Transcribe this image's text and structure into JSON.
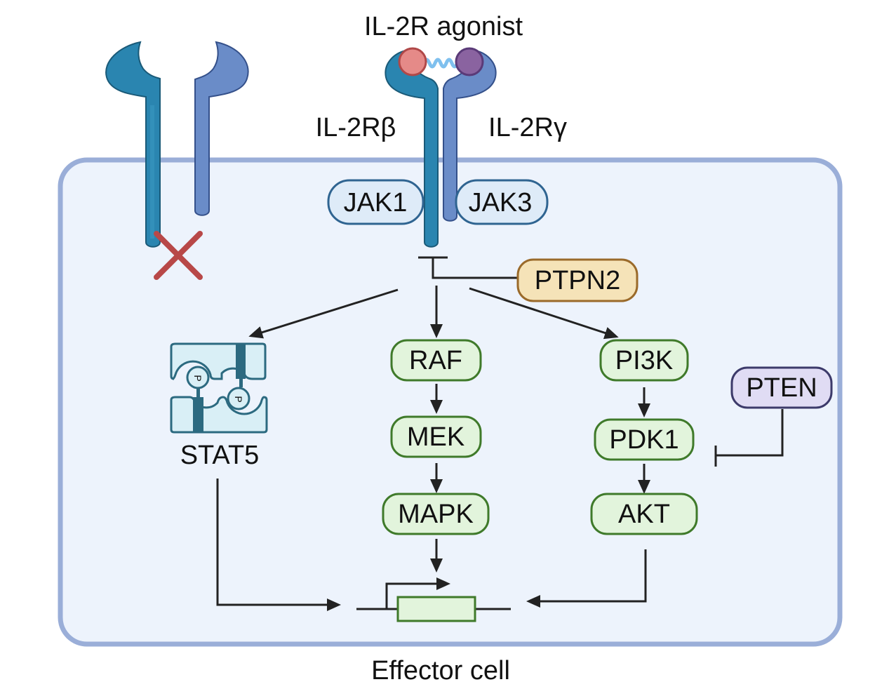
{
  "title": "IL-2R agonist",
  "cell_label": "Effector cell",
  "receptor_labels": {
    "beta": "IL-2Rβ",
    "gamma": "IL-2Rγ"
  },
  "jak": {
    "left": "JAK1",
    "right": "JAK3"
  },
  "inhibitors": {
    "ptpn2": "PTPN2",
    "pten": "PTEN"
  },
  "stat": {
    "label": "STAT5",
    "phospho_label": "P"
  },
  "mapk_pathway": [
    "RAF",
    "MEK",
    "MAPK"
  ],
  "pi3k_pathway": [
    "PI3K",
    "PDK1",
    "AKT"
  ],
  "colors": {
    "cell_fill": "#edf3fc",
    "cell_border": "#9aaed8",
    "receptor_beta": "#2a85b0",
    "receptor_beta_dark": "#1f6a8c",
    "receptor_gamma": "#6a8cc8",
    "receptor_gamma_dark": "#4a6aa8",
    "jak_fill": "#deebf8",
    "jak_border": "#2f6491",
    "ptpn2_fill": "#f5e3b8",
    "ptpn2_border": "#9a6a2a",
    "pten_fill": "#e0dcf4",
    "pten_border": "#3c3a6a",
    "kinase_fill": "#e2f4dc",
    "kinase_border": "#3f7a2a",
    "stat_fill": "#d9eff6",
    "stat_border": "#2c6a80",
    "agonist_left": "#e58a88",
    "agonist_right": "#8a63a0",
    "linker": "#7fc0ee",
    "cross": "#b84848",
    "arrow": "#222222"
  }
}
